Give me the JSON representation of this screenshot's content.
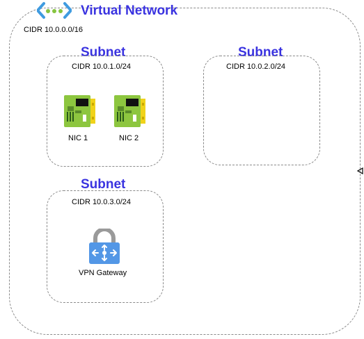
{
  "virtual_network": {
    "title": "Virtual Network",
    "cidr": "CIDR 10.0.0.0/16",
    "icon": "vnet-icon"
  },
  "subnets": [
    {
      "title": "Subnet",
      "cidr": "CIDR 10.0.1.0/24"
    },
    {
      "title": "Subnet",
      "cidr": "CIDR 10.0.2.0/24"
    },
    {
      "title": "Subnet",
      "cidr": "CIDR 10.0.3.0/24"
    }
  ],
  "nodes": {
    "nic1": {
      "label": "NIC 1",
      "icon": "nic-icon"
    },
    "nic2": {
      "label": "NIC 2",
      "icon": "nic-icon"
    },
    "vpn_gateway": {
      "label": "VPN Gateway",
      "icon": "vpn-gateway-icon"
    }
  },
  "colors": {
    "title": "#3a33e0",
    "border": "#8a8a8a",
    "nic_green": "#8dc63f",
    "gateway_blue": "#5ea0ef"
  }
}
